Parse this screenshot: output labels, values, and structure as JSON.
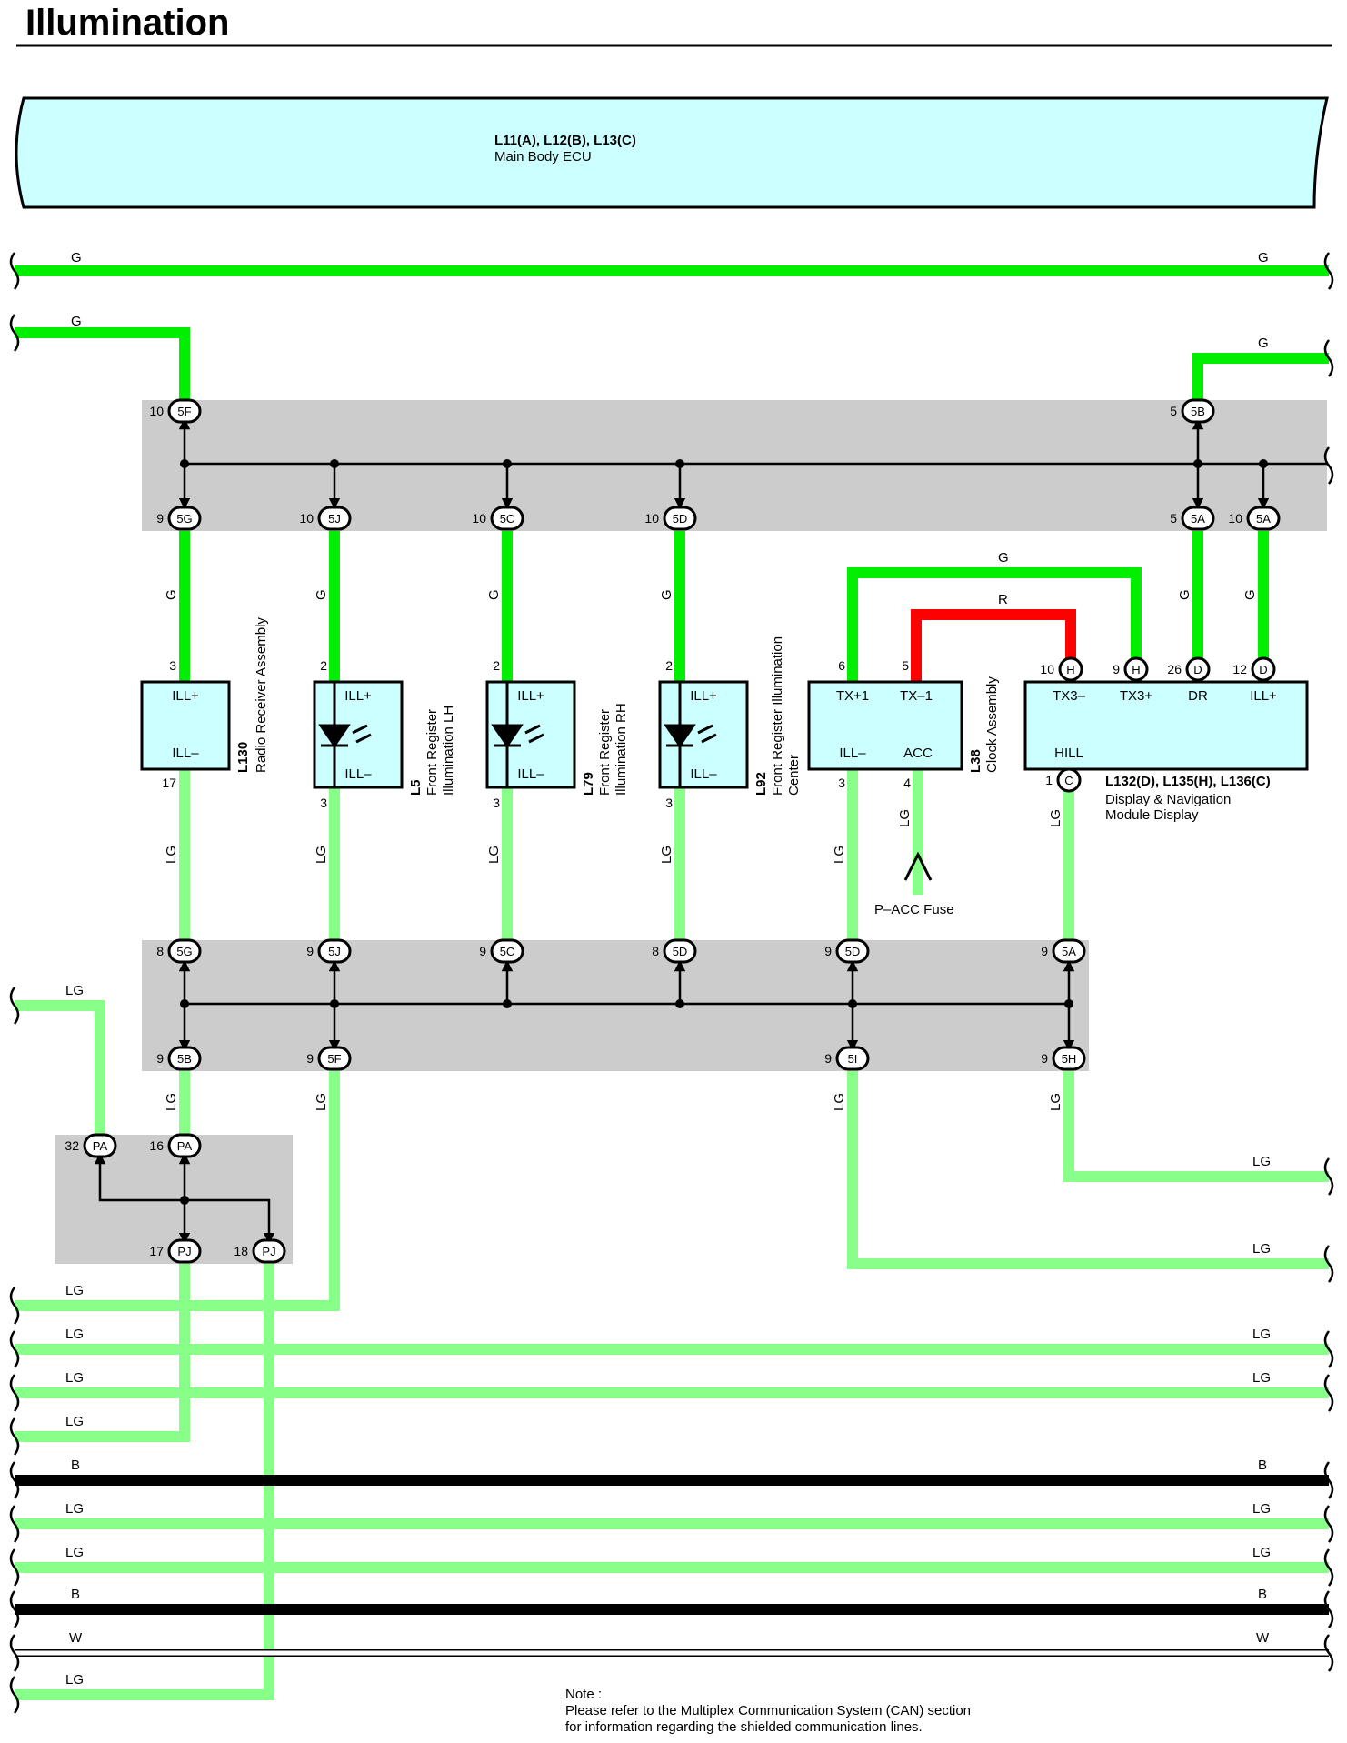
{
  "title": "Illumination",
  "colors": {
    "G": "#00ee00",
    "LG": "#88ff88",
    "R": "#ff0000",
    "B": "#000000",
    "W": "#ffffff"
  },
  "ecu": {
    "codes": "L11(A), L12(B), L13(C)",
    "name": "Main Body ECU"
  },
  "wire_labels": {
    "G": "G",
    "LG": "LG",
    "R": "R",
    "B": "B",
    "W": "W"
  },
  "components": {
    "radio": {
      "code": "L130",
      "name": "Radio Receiver Assembly",
      "pin_top": "ILL+",
      "pin_bottom": "ILL–",
      "pin_top_no": "3",
      "pin_bottom_no": "17"
    },
    "reg_lh": {
      "code": "L5",
      "name1": "Front Register",
      "name2": "Illumination LH",
      "pin_top": "ILL+",
      "pin_bottom": "ILL–",
      "pin_top_no": "2",
      "pin_bottom_no": "3"
    },
    "reg_rh": {
      "code": "L79",
      "name1": "Front Register",
      "name2": "Illumination RH",
      "pin_top": "ILL+",
      "pin_bottom": "ILL–",
      "pin_top_no": "2",
      "pin_bottom_no": "3"
    },
    "reg_center": {
      "code": "L92",
      "name1": "Front Register Illumination",
      "name2": "Center",
      "pin_top": "ILL+",
      "pin_bottom": "ILL–",
      "pin_top_no": "2",
      "pin_bottom_no": "3"
    },
    "clock": {
      "code": "L38",
      "name": "Clock Assembly",
      "pins": [
        "TX+1",
        "TX–1",
        "ILL–",
        "ACC"
      ],
      "pin_nos": [
        "6",
        "5",
        "3",
        "4"
      ]
    },
    "display": {
      "codes": "L132(D), L135(H), L136(C)",
      "name1": "Display & Navigation",
      "name2": "Module Display",
      "pins": [
        "TX3–",
        "TX3+",
        "DR",
        "ILL+",
        "HILL"
      ],
      "pin_nos": [
        "10",
        "9",
        "26",
        "12",
        "1"
      ],
      "conn": [
        "H",
        "H",
        "D",
        "D",
        "C"
      ]
    }
  },
  "fuse": "P–ACC Fuse",
  "junctions": {
    "top_upper": [
      {
        "pin": "10",
        "id": "5F"
      },
      {
        "pin": "5",
        "id": "5B"
      }
    ],
    "top_lower": [
      {
        "pin": "9",
        "id": "5G"
      },
      {
        "pin": "10",
        "id": "5J"
      },
      {
        "pin": "10",
        "id": "5C"
      },
      {
        "pin": "10",
        "id": "5D"
      },
      {
        "pin": "5",
        "id": "5A"
      },
      {
        "pin": "10",
        "id": "5A"
      }
    ],
    "mid_upper": [
      {
        "pin": "8",
        "id": "5G"
      },
      {
        "pin": "9",
        "id": "5J"
      },
      {
        "pin": "9",
        "id": "5C"
      },
      {
        "pin": "8",
        "id": "5D"
      },
      {
        "pin": "9",
        "id": "5D"
      },
      {
        "pin": "9",
        "id": "5A"
      }
    ],
    "mid_lower": [
      {
        "pin": "9",
        "id": "5B"
      },
      {
        "pin": "9",
        "id": "5F"
      },
      {
        "pin": "9",
        "id": "5I"
      },
      {
        "pin": "9",
        "id": "5H"
      }
    ],
    "small_upper": [
      {
        "pin": "32",
        "id": "PA"
      },
      {
        "pin": "16",
        "id": "PA"
      }
    ],
    "small_lower": [
      {
        "pin": "17",
        "id": "PJ"
      },
      {
        "pin": "18",
        "id": "PJ"
      }
    ]
  },
  "note": {
    "line1": "Note :",
    "line2": "Please refer to the Multiplex Communication System (CAN) section",
    "line3": "for information regarding the shielded communication lines."
  }
}
